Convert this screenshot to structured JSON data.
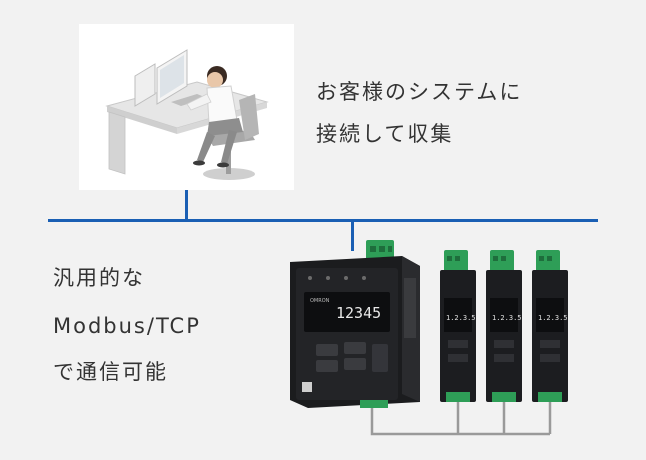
{
  "top_caption": {
    "line1": "お客様のシステムに",
    "line2": "接続して収集"
  },
  "left_caption": {
    "line1": "汎用的な",
    "line2": "Modbus/TCP",
    "line3": "で通信可能"
  },
  "main_unit": {
    "display_main": "12345",
    "display_sub": "",
    "brand": "OMRON"
  },
  "modules": [
    {
      "display": "1.2.3.5"
    },
    {
      "display": "1.2.3.5"
    },
    {
      "display": "1.2.3.5"
    }
  ],
  "colors": {
    "network_line": "#1a5fb4",
    "terminal_green": "#2e9e57",
    "wire_gray": "#9a9a9a",
    "background": "#f2f2f2"
  }
}
